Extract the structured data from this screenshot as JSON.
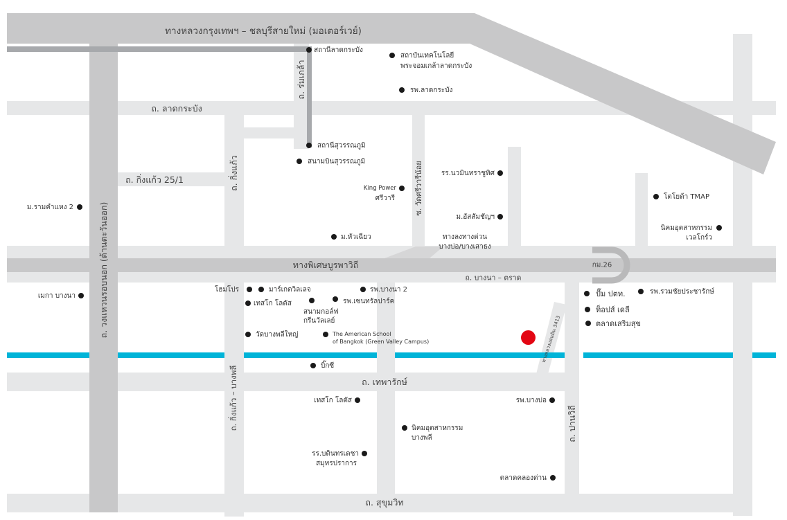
{
  "roads": {
    "motorway": "ทางหลวงกรุงเทพฯ – ชลบุรีสายใหม่ (มอเตอร์เวย์)",
    "romklao": "ถ. ร่มเกล้า",
    "latkrabang": "ถ. ลาดกระบัง",
    "kingkaeo_25_1": "ถ. กิ่งแก้ว 25/1",
    "kingkaeo": "ถ. กิ่งแก้ว",
    "wat_sriwari": "ซ. วัดศรีวารีน้อย",
    "ring_road": "ถ. วงแหวนรอบนอก (ด้านตะวันออก)",
    "burapha_withi": "ทางพิเศษบูรพาวิถี",
    "bangna_trat": "ถ. บางนา – ตราด",
    "km26": "กม.26",
    "kingkaeo_bangphli": "ถ. กิ่งแก้ว – บางพลี",
    "highway_3413": "ทางหลวงแผ่นดิน 3413",
    "theparak": "ถ. เทพารักษ์",
    "panwithi": "ถ. ปานวิถี",
    "sukhumvit": "ถ. สุขุมวิท"
  },
  "places": [
    {
      "name": "สถานีลาดกระบัง"
    },
    {
      "name": "สถาบันเทคโนโลยี",
      "line2": "พระจอมเกล้าลาดกระบัง"
    },
    {
      "name": "รพ.ลาดกระบัง"
    },
    {
      "name": "สถานีสุวรรณภูมิ"
    },
    {
      "name": "สนามบินสุวรรณภูมิ"
    },
    {
      "name": "King Power",
      "line2": "ศรีวารี"
    },
    {
      "name": "ม.รามคำแหง 2"
    },
    {
      "name": "รร.นวมินทราชูทิศ"
    },
    {
      "name": "ม.อัสสัมชัญฯ"
    },
    {
      "name": "ม.หัวเฉียว"
    },
    {
      "name": "ทางลงทางด่วน",
      "line2": "บางบ่อ/บางเสาธง"
    },
    {
      "name": "โฮมโปร"
    },
    {
      "name": "มาร์เกตวิลเลจ"
    },
    {
      "name": "รพ.บางนา 2"
    },
    {
      "name": "เทสโก โลตัส"
    },
    {
      "name": "สนามกอล์ฟ",
      "line2": "กรีนวัลเลย์"
    },
    {
      "name": "รพ.เซนทรัลปาร์ค"
    },
    {
      "name": "วัดบางพลีใหญ่"
    },
    {
      "name": "The American School",
      "line2": "of Bangkok (Green Valley Campus)"
    },
    {
      "name": "บิ๊กซี"
    },
    {
      "name": "เทสโก โลตัส"
    },
    {
      "name": "นิคมอุตสาหกรรม",
      "line2": "บางพลี"
    },
    {
      "name": "รร.บดินทรเดชา",
      "line2": "สมุทรปราการ"
    },
    {
      "name": "รพ.บางบ่อ"
    },
    {
      "name": "ตลาดคลองด่าน"
    },
    {
      "name": "โตโยต้า TMAP"
    },
    {
      "name": "นิคมอุตสาหกรรม",
      "line2": "เวลโกร์ว"
    },
    {
      "name": "ปั๊ม ปตท."
    },
    {
      "name": "รพ.รวมชัยประชารักษ์"
    },
    {
      "name": "ท็อปส์ เดลี"
    },
    {
      "name": "ตลาดเสริมสุข"
    },
    {
      "name": "เมกา บางนา"
    }
  ],
  "colors": {
    "road": "#e6e7e8",
    "major_road": "#c8c8c9",
    "rail": "#a7a9ac",
    "blue_line": "#00b4d8",
    "destination": "#e30613"
  }
}
